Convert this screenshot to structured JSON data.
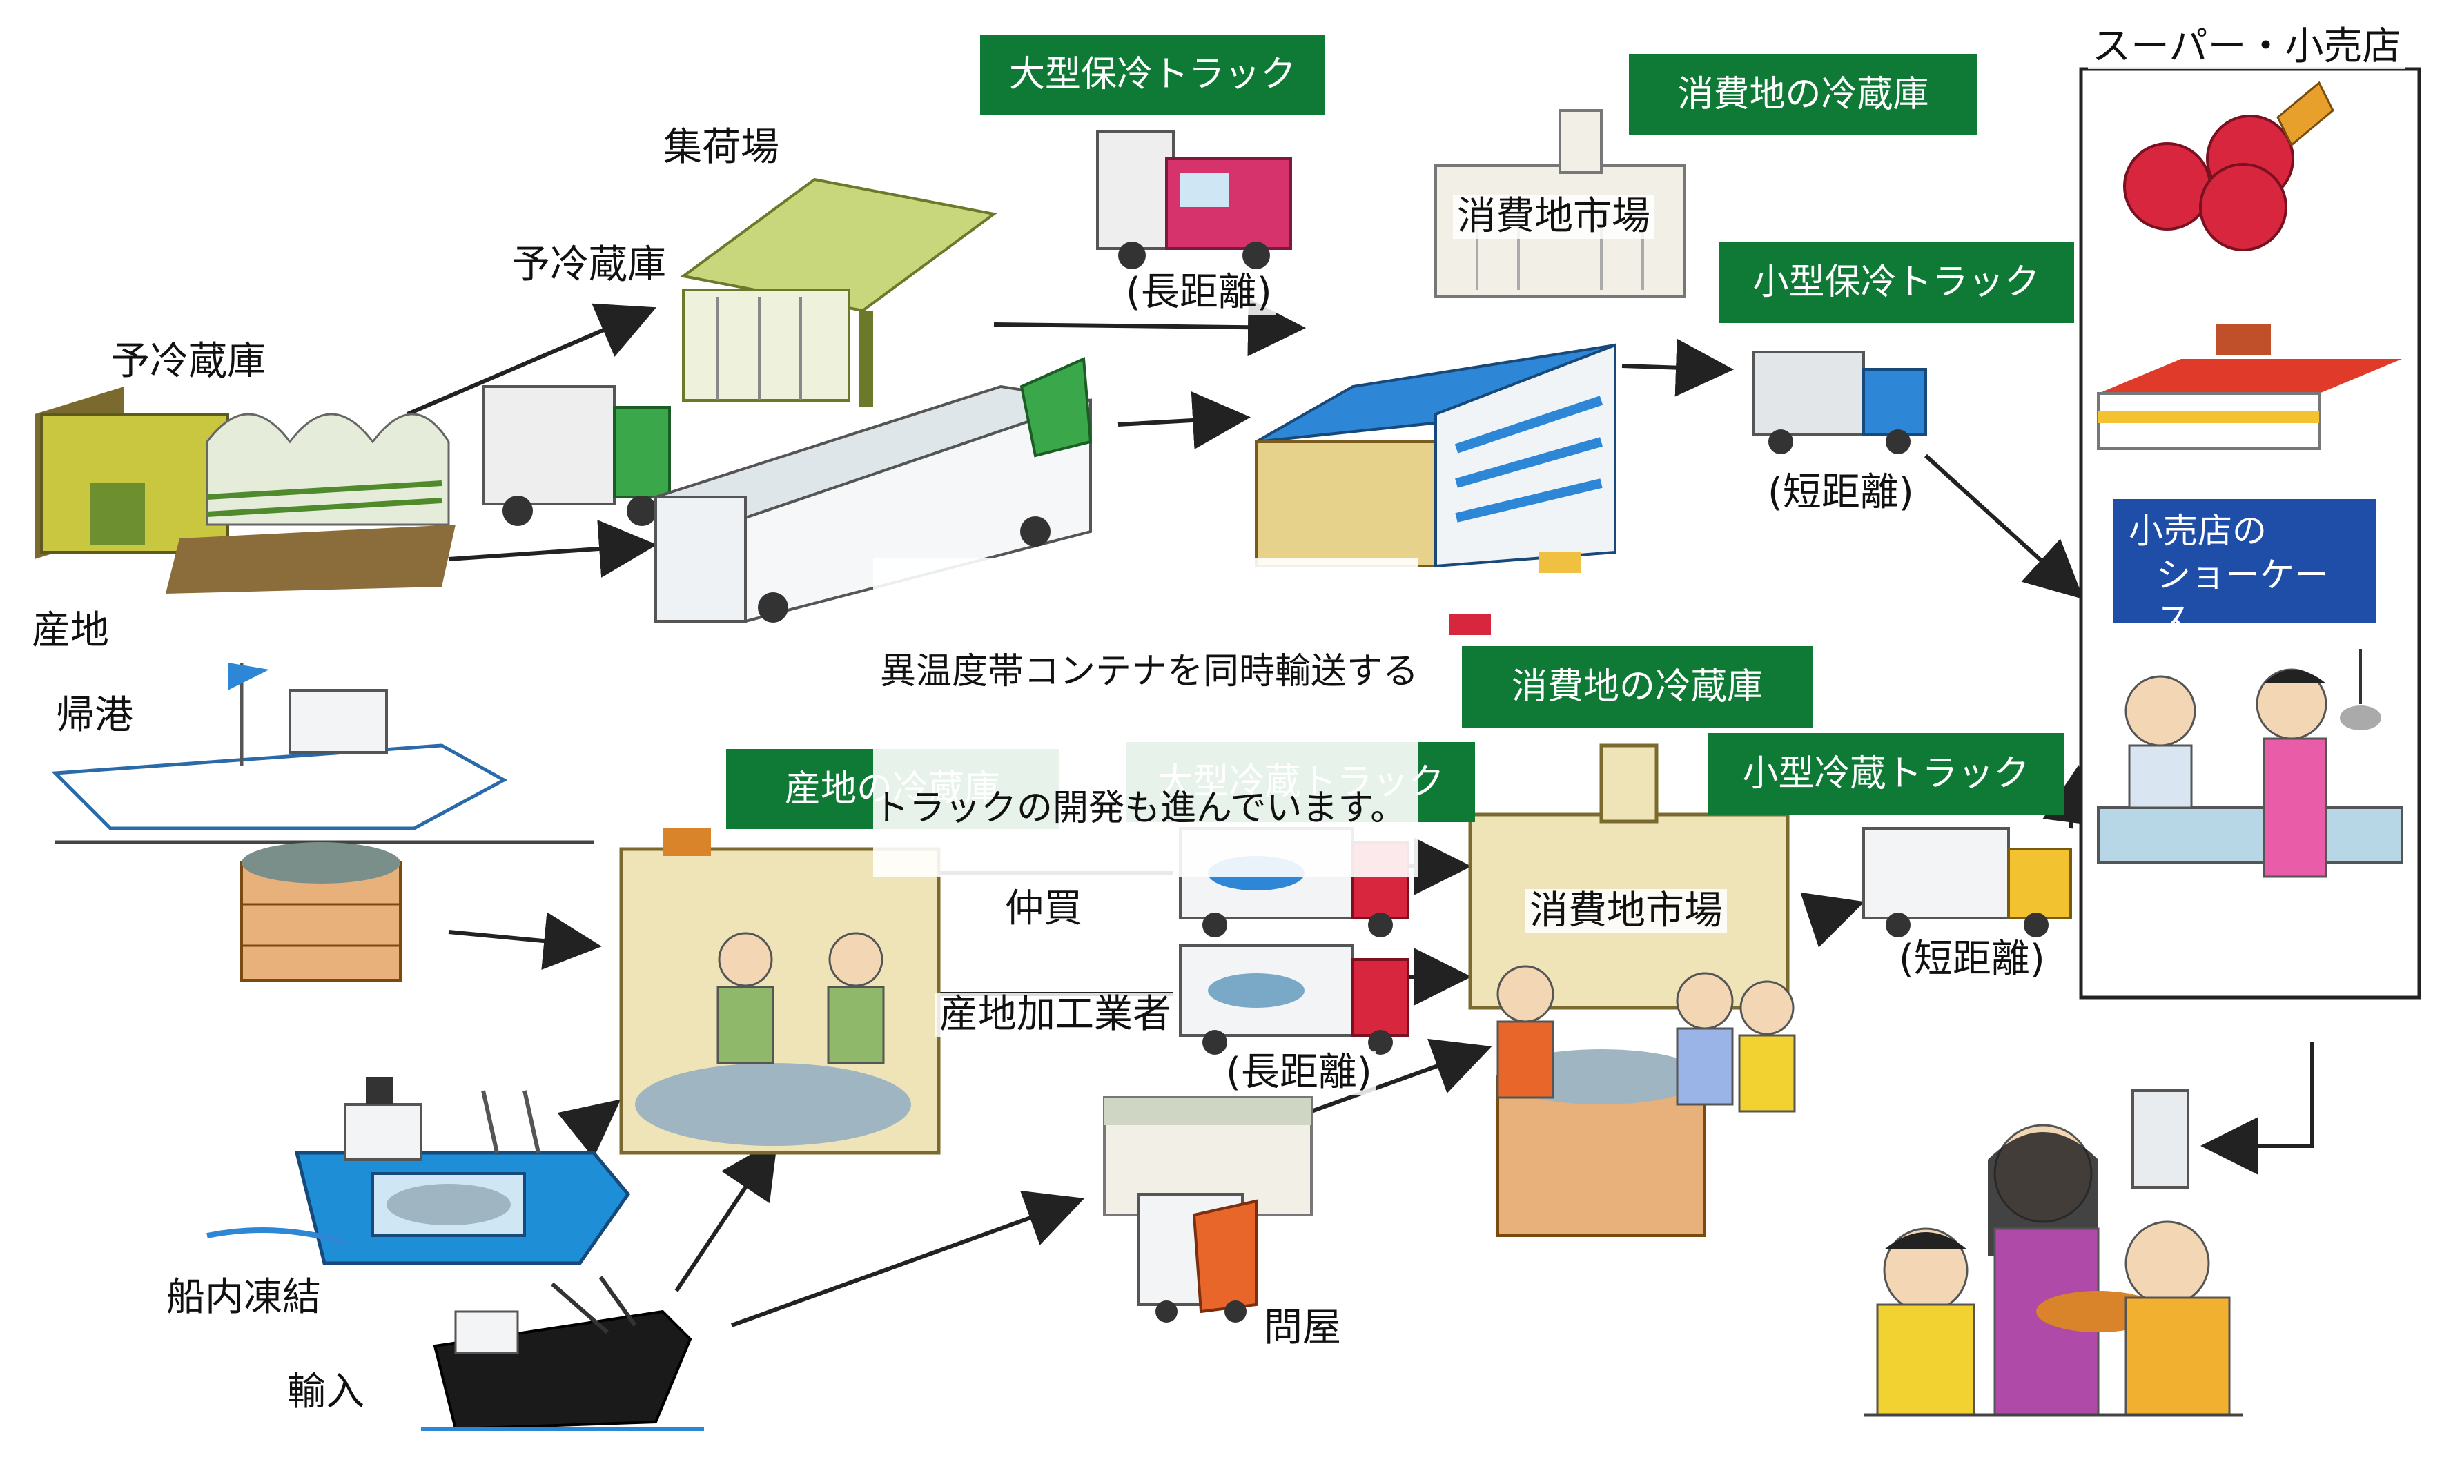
{
  "labels": {
    "sanchi": "産地",
    "yoreizoko_left": "予冷蔵庫",
    "yoreizoko_mid": "予冷蔵庫",
    "shukaba": "集荷場",
    "kiko": "帰港",
    "sennai_toketsu": "船内凍結",
    "yunyu": "輸入",
    "nakagai": "仲買",
    "sanchi_kakosha": "産地加工業者",
    "tonya": "問屋",
    "long_top": "(長距離)",
    "long_bottom": "(長距離)",
    "short_top": "(短距離)",
    "short_bottom": "(短距離)",
    "market_top": "消費地市場",
    "market_bottom": "消費地市場",
    "supermarket": "スーパー・小売店"
  },
  "boxes": {
    "large_cold_truck": "大型保冷トラック",
    "consumer_fridge_top": "消費地の冷蔵庫",
    "small_cold_truck": "小型保冷トラック",
    "consumer_fridge_bottom": "消費地の冷蔵庫",
    "origin_fridge": "産地の冷蔵庫",
    "large_refrig_truck": "大型冷蔵トラック",
    "small_refrig_truck": "小型冷蔵トラック",
    "showcase_line1": "小売店の",
    "showcase_line2": "ショーケース"
  },
  "note": {
    "line1": "異温度帯コンテナを同時輸送する",
    "line2": "トラックの開発も進んでいます。"
  },
  "colors": {
    "green_box": "#0f7a35",
    "blue_box": "#1f4ea8",
    "warehouse_blue": "#2e86d6",
    "truck_green": "#3aa84a",
    "truck_red": "#d7263d",
    "ship_blue": "#1e8fd6"
  }
}
